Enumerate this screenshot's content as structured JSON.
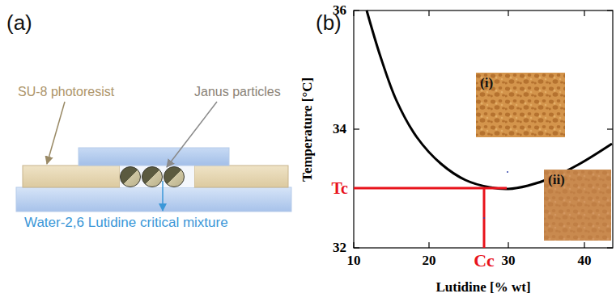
{
  "diagram": {
    "nodes": [
      {
        "text": [
          "(i)"
        ]
      },
      {
        "text": [
          "(ii)"
        ]
      }
    ],
    "labels": [
      "(a)",
      "(b)",
      "SU-8 photoresist",
      "Janus particles",
      "Water-2,6 Lutidine critical mixture",
      "36",
      "34",
      "32",
      "10",
      "20",
      "30",
      "40",
      "Temperature [°C]",
      "Lutidine [% wt]",
      "Tc",
      "Cc"
    ]
  }
}
